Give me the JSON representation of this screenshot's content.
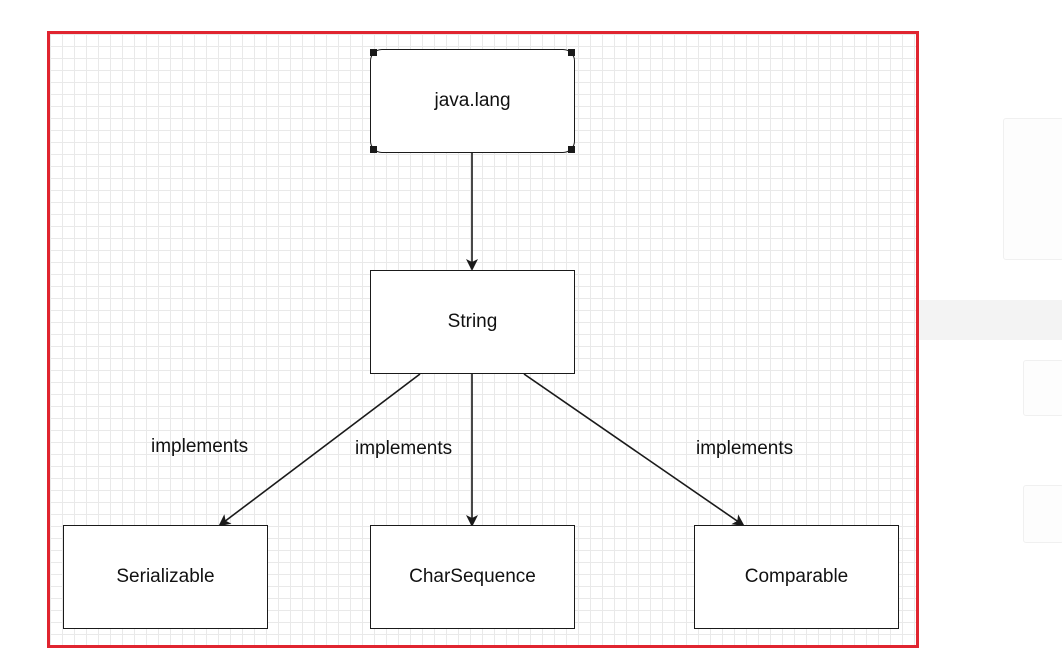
{
  "diagram": {
    "nodes": {
      "java_lang": "java.lang",
      "string": "String",
      "serializable": "Serializable",
      "char_sequence": "CharSequence",
      "comparable": "Comparable"
    },
    "edge_labels": {
      "serializable": "implements",
      "char_sequence": "implements",
      "comparable": "implements"
    }
  },
  "colors": {
    "frame_border": "#e0242f",
    "grid": "#e9e9e9",
    "stroke": "#1a1a1a"
  }
}
